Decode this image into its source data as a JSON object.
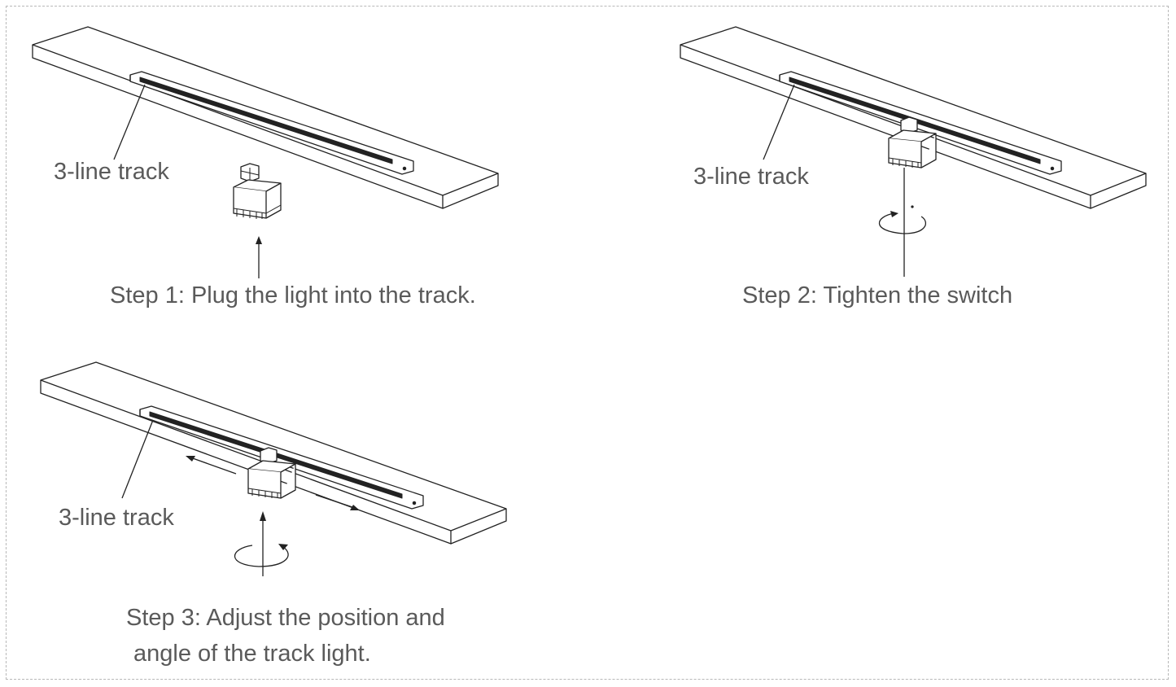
{
  "steps": [
    {
      "track_label": "3-line track",
      "caption": "Step 1: Plug the light into the track."
    },
    {
      "track_label": "3-line track",
      "caption": "Step 2: Tighten the switch"
    },
    {
      "track_label": "3-line track",
      "caption_line1": "Step 3: Adjust the position and",
      "caption_line2": "angle of the track light."
    }
  ],
  "colors": {
    "line": "#222222",
    "text": "#5a5a5a",
    "frame": "#b8b8b8"
  }
}
